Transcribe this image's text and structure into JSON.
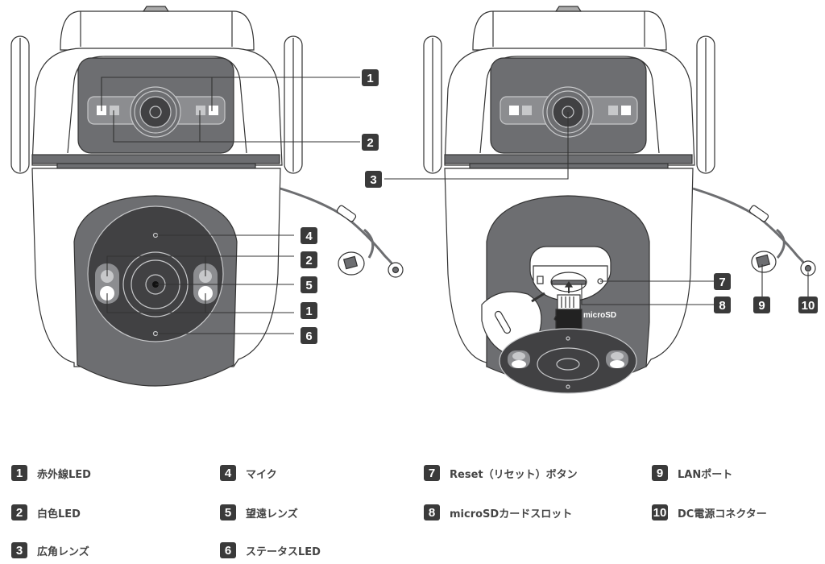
{
  "diagram": {
    "title": "Camera component callout diagram",
    "views": [
      {
        "name": "front-view",
        "callouts": [
          "1",
          "2",
          "4",
          "2",
          "5",
          "1",
          "6"
        ]
      },
      {
        "name": "rear-view",
        "callouts": [
          "3",
          "7",
          "8",
          "9",
          "10"
        ]
      }
    ],
    "microsd_card_label": "microSD",
    "colors": {
      "badge_bg": "#3a3a3a",
      "housing_dark": "#6d6e71",
      "face_dark": "#414143",
      "outline": "#333333",
      "led_white": "#ffffff",
      "led_grey": "#c7c8ca"
    }
  },
  "callouts": {
    "c1a": "1",
    "c2a": "2",
    "c3": "3",
    "c4": "4",
    "c2b": "2",
    "c5": "5",
    "c1b": "1",
    "c6": "6",
    "c7": "7",
    "c8": "8",
    "c9": "9",
    "c10": "10"
  },
  "legend": [
    {
      "num": "1",
      "label": "赤外線LED"
    },
    {
      "num": "2",
      "label": "白色LED"
    },
    {
      "num": "3",
      "label": "広角レンズ"
    },
    {
      "num": "4",
      "label": "マイク"
    },
    {
      "num": "5",
      "label": "望遠レンズ"
    },
    {
      "num": "6",
      "label": "ステータスLED"
    },
    {
      "num": "7",
      "label": "Reset（リセット）ボタン"
    },
    {
      "num": "8",
      "label": "microSDカードスロット"
    },
    {
      "num": "9",
      "label": "LANポート"
    },
    {
      "num": "10",
      "label": "DC電源コネクター"
    }
  ]
}
